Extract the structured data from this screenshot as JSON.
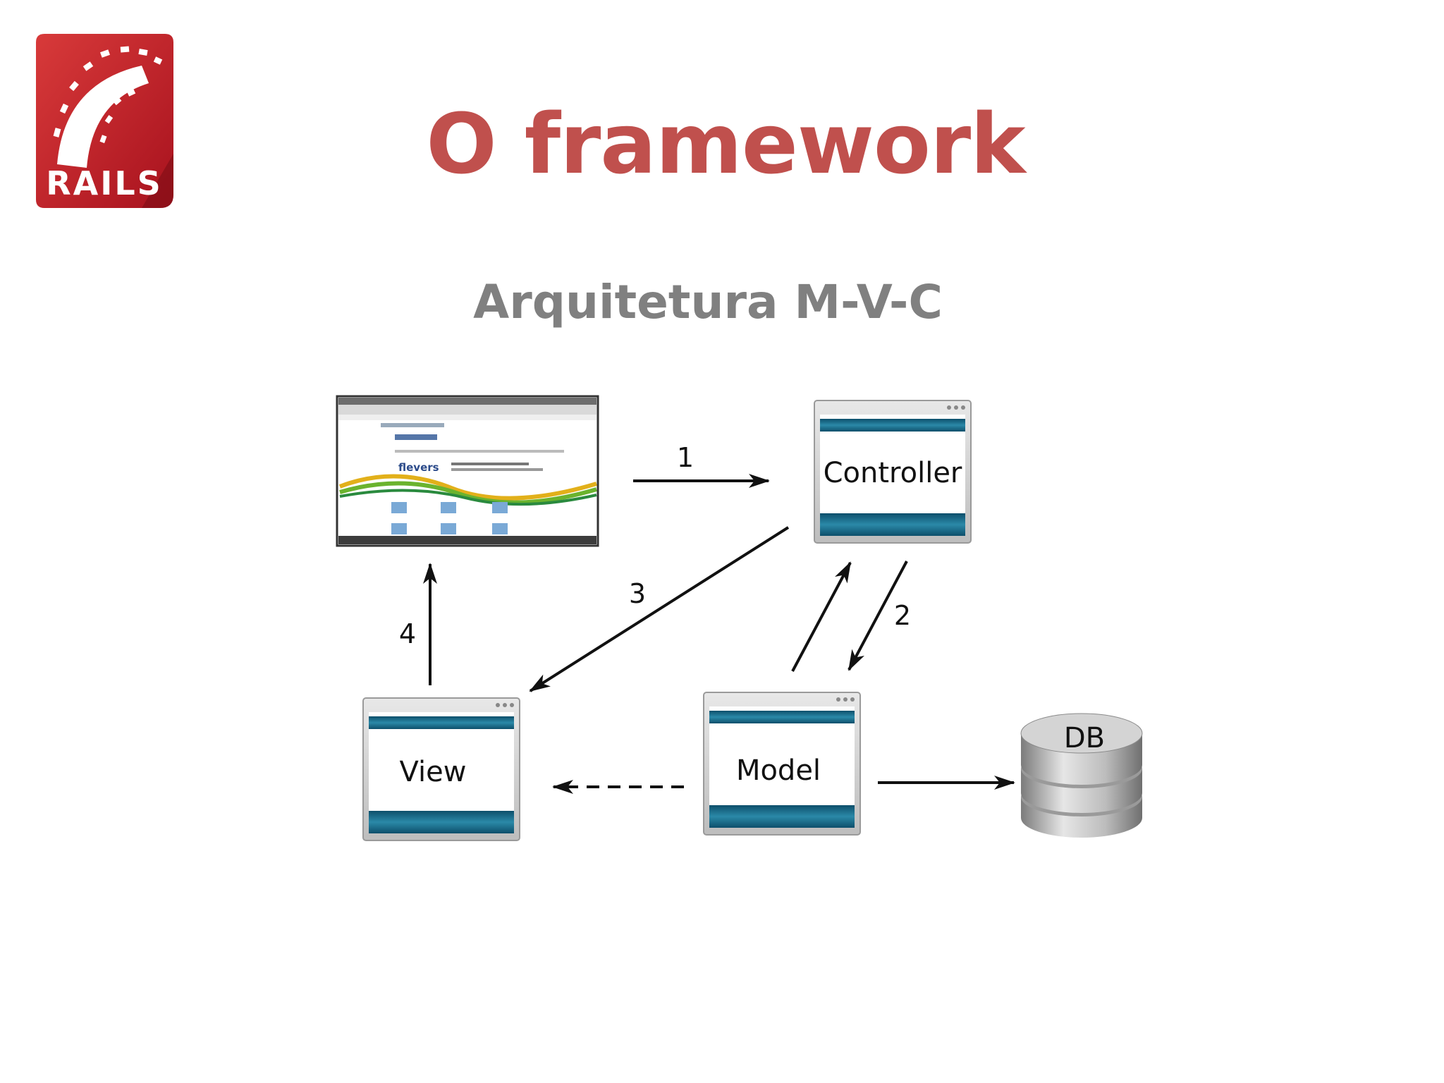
{
  "slide": {
    "title": "O framework",
    "subtitle": "Arquitetura M-V-C"
  },
  "logo": {
    "text": "RAILS",
    "icon": "rails-logo-icon",
    "color": "#c0282d"
  },
  "colors": {
    "title": "#c0504d",
    "subtitle": "#808080",
    "box_bar": "#1f6f8f"
  },
  "diagram": {
    "boxes": {
      "controller": "Controller",
      "view": "View",
      "model": "Model",
      "db": "DB"
    },
    "arrows": {
      "browser_to_controller": "1",
      "controller_model": "2",
      "controller_to_view": "3",
      "view_to_browser": "4"
    },
    "browser_icon": "browser-screenshot-icon",
    "db_icon": "database-icon"
  }
}
